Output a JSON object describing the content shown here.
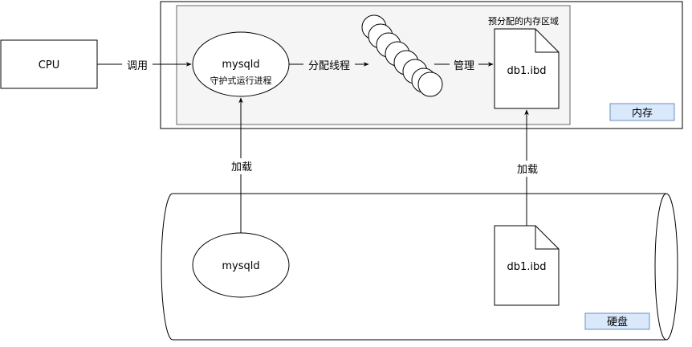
{
  "diagram": {
    "cpu_label": "CPU",
    "call_label": "调用",
    "mysqld_process_name": "mysqld",
    "mysqld_process_desc": "守护式运行进程",
    "allocate_threads_label": "分配线程",
    "manage_label": "管理",
    "preallocated_region_label": "预分配的内存区域",
    "memory_file_label": "db1.ibd",
    "memory_badge": "内存",
    "load_label_left": "加载",
    "load_label_right": "加载",
    "disk_mysqld_label": "mysqld",
    "disk_file_label": "db1.ibd",
    "disk_badge": "硬盘"
  },
  "colors": {
    "stroke": "#000000",
    "inner_region_fill": "#f5f5f5",
    "inner_region_stroke": "#666666",
    "badge_fill": "#dae8fc",
    "badge_stroke": "#6c8ebf",
    "background": "#ffffff"
  }
}
